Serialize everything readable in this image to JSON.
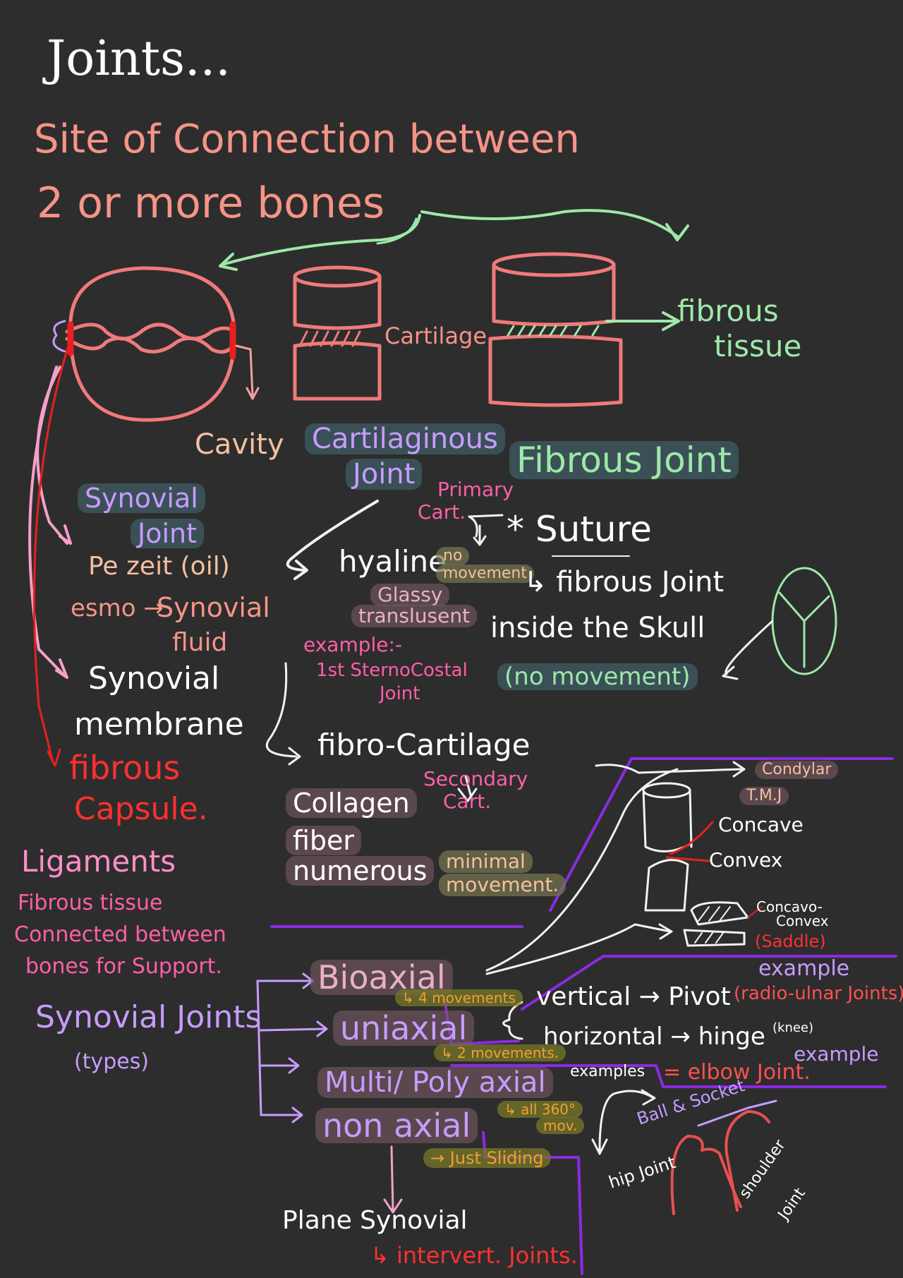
{
  "title": "Joints...",
  "definition": {
    "line1": "Site of Connection between",
    "line2": "2 or more bones"
  },
  "labels": {
    "cartilage": "Cartilage",
    "fibrous_tissue_1": "fibrous",
    "fibrous_tissue_2": "tissue",
    "cavity": "Cavity",
    "cartilaginous_1": "Cartilaginous",
    "cartilaginous_2": "Joint",
    "fibrous_joint": "Fibrous Joint",
    "synovial_1": "Synovial",
    "synovial_2": "Joint",
    "primary_1": "Primary",
    "primary_2": "Cart.",
    "suture": "* Suture",
    "pe_zeit": "Pe zeit (oil)",
    "esmo": "esmo →",
    "synovial_fluid_1": "Synovial",
    "synovial_fluid_2": "fluid",
    "hyaline": "hyaline",
    "no_movement_1": "no",
    "no_movement_2": "movement",
    "glassy": "Glassy",
    "translucent": "translusent",
    "fibrous_joint_skull": "↳ fibrous Joint",
    "inside_skull": "inside the Skull",
    "example": "example:-",
    "sternocostal_1": "1st SternoCostal",
    "sternocostal_2": "Joint",
    "no_movement_paren": "(no movement)",
    "synovial_membrane_1": "Synovial",
    "synovial_membrane_2": "membrane",
    "fibro_cartilage": "fibro-Cartilage",
    "fibrous_capsule_1": "fibrous",
    "fibrous_capsule_2": "Capsule.",
    "secondary_1": "Secondary",
    "secondary_2": "Cart.",
    "collagen": "Collagen",
    "fiber": "fiber",
    "numerous": "numerous",
    "minimal": "minimal",
    "movement": "movement.",
    "condylar": "Condylar",
    "tmj": "T.M.J",
    "concave": "Concave",
    "convex": "Convex",
    "concavo_convex_1": "Concavo-",
    "concavo_convex_2": "Convex",
    "saddle": "(Saddle)"
  },
  "ligaments": {
    "title": "Ligaments",
    "line1": "Fibrous tissue",
    "line2": "Connected between",
    "line3": "bones for Support."
  },
  "synovial_types": {
    "title": "Synovial Joints",
    "subtitle": "(types)",
    "biaxial": "Bioaxial",
    "biaxial_note": "↳ 4 movements",
    "uniaxial": "uniaxial",
    "uniaxial_note": "↳ 2 movements.",
    "multi": "Multi/ Poly axial",
    "multi_note_1": "↳ all 360°",
    "multi_note_2": "mov.",
    "non": "non axial",
    "non_note": "→ Just Sliding",
    "plane": "Plane Synovial",
    "intervert": "↳ intervert. Joints."
  },
  "uniaxial_detail": {
    "example_1": "example",
    "vertical": "vertical → Pivot",
    "radio_ulnar": "(radio-ulnar Joints)",
    "horizontal": "horizontal → hinge",
    "hinge_note": "(knee)",
    "example_2": "example",
    "elbow": "= elbow Joint.",
    "examples": "examples",
    "ball_socket": "Ball & Socket",
    "hip": "hip Joint",
    "shoulder_1": "shoulder",
    "shoulder_2": "Joint"
  }
}
